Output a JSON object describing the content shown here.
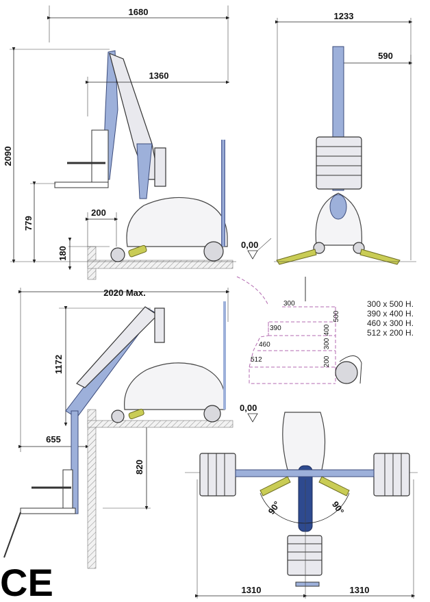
{
  "top_view": {
    "width_total": "1680",
    "reach": "1360",
    "height_total": "2090",
    "seat_height": "779",
    "base_offset": "200",
    "step_height": "180",
    "floor_level": "0,00"
  },
  "front_view": {
    "width_total": "1233",
    "half_width": "590"
  },
  "lower_view": {
    "max_reach": "2020  Max.",
    "lift_height": "1172",
    "offset": "655",
    "drop_depth": "820",
    "floor_level": "0,00"
  },
  "clearance_table": {
    "rows": [
      "300 x 500 H.",
      "390 x 400 H.",
      "460 x 300 H.",
      "512 x 200 H."
    ],
    "diagram_labels": {
      "w300": "300",
      "w390": "390",
      "w460": "460",
      "w512": "512",
      "h500": "500",
      "h400": "400",
      "h300": "300",
      "h200": "200"
    }
  },
  "plan_view": {
    "left_span": "1310",
    "right_span": "1310",
    "angle_left": "90°",
    "angle_right": "90°"
  },
  "ce_mark": "CE",
  "colors": {
    "frame_blue": "#9db0da",
    "mast_dark_blue": "#2e4a8f",
    "leg_yellow": "#c9cc55",
    "dashed_pink": "#b36ab0"
  }
}
